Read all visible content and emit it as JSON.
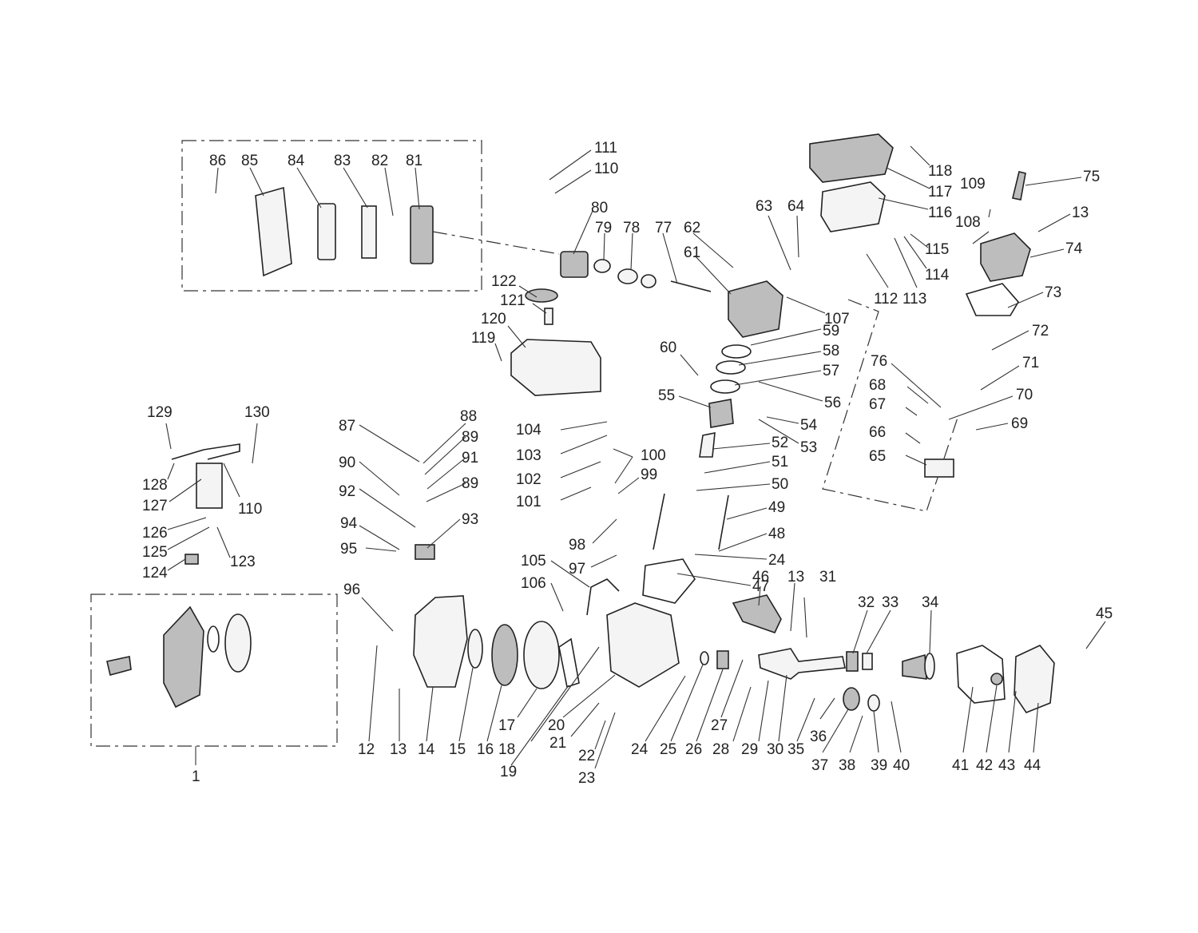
{
  "diagram": {
    "callouts": [
      "1",
      "12",
      "13",
      "14",
      "15",
      "16",
      "17",
      "18",
      "19",
      "20",
      "21",
      "22",
      "23",
      "24",
      "25",
      "26",
      "27",
      "28",
      "29",
      "30",
      "31",
      "32",
      "33",
      "34",
      "35",
      "36",
      "37",
      "38",
      "39",
      "40",
      "41",
      "42",
      "43",
      "44",
      "45",
      "46",
      "47",
      "48",
      "49",
      "50",
      "51",
      "52",
      "53",
      "54",
      "55",
      "56",
      "57",
      "58",
      "59",
      "60",
      "61",
      "62",
      "63",
      "64",
      "65",
      "66",
      "67",
      "68",
      "69",
      "70",
      "71",
      "72",
      "73",
      "74",
      "75",
      "76",
      "77",
      "78",
      "79",
      "80",
      "81",
      "82",
      "83",
      "84",
      "85",
      "86",
      "87",
      "88",
      "89",
      "90",
      "91",
      "92",
      "93",
      "94",
      "95",
      "96",
      "97",
      "98",
      "99",
      "100",
      "101",
      "102",
      "103",
      "104",
      "105",
      "106",
      "107",
      "108",
      "109",
      "110",
      "111",
      "112",
      "113",
      "114",
      "115",
      "116",
      "117",
      "118",
      "119",
      "120",
      "121",
      "122",
      "123",
      "124",
      "125",
      "126",
      "127",
      "128",
      "129",
      "130"
    ]
  }
}
